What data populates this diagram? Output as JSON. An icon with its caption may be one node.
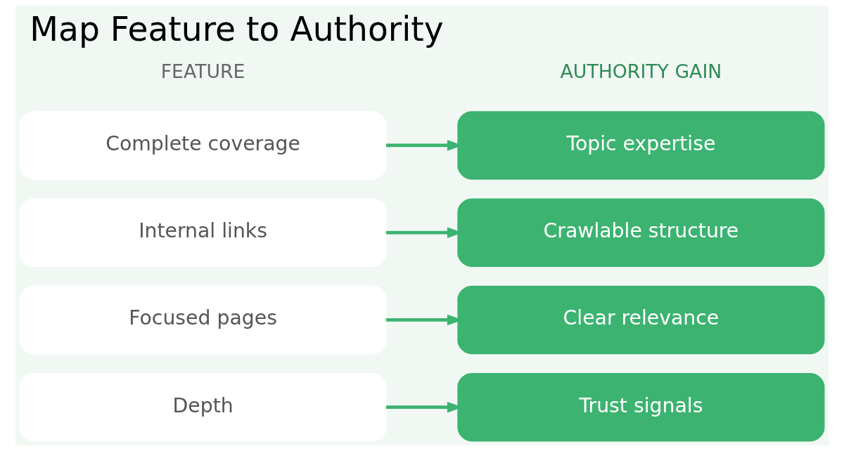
{
  "diagram": {
    "title": "Map Feature to Authority",
    "nodes": [
      {
        "text": [
          "Complete coverage"
        ]
      },
      {
        "text": [
          "Topic expertise"
        ]
      },
      {
        "text": [
          "Internal links"
        ]
      },
      {
        "text": [
          "Crawlable structure"
        ]
      },
      {
        "text": [
          "Focused pages"
        ]
      },
      {
        "text": [
          "Clear relevance"
        ]
      },
      {
        "text": [
          "Depth"
        ]
      },
      {
        "text": [
          "Trust signals"
        ]
      }
    ],
    "edges": [
      {
        "from": 0,
        "to": 1,
        "arrow": "to"
      },
      {
        "from": 2,
        "to": 3,
        "arrow": "to"
      },
      {
        "from": 4,
        "to": 5,
        "arrow": "to"
      },
      {
        "from": 6,
        "to": 7,
        "arrow": "to"
      }
    ],
    "labels": [
      "FEATURE",
      "AUTHORITY GAIN"
    ]
  }
}
